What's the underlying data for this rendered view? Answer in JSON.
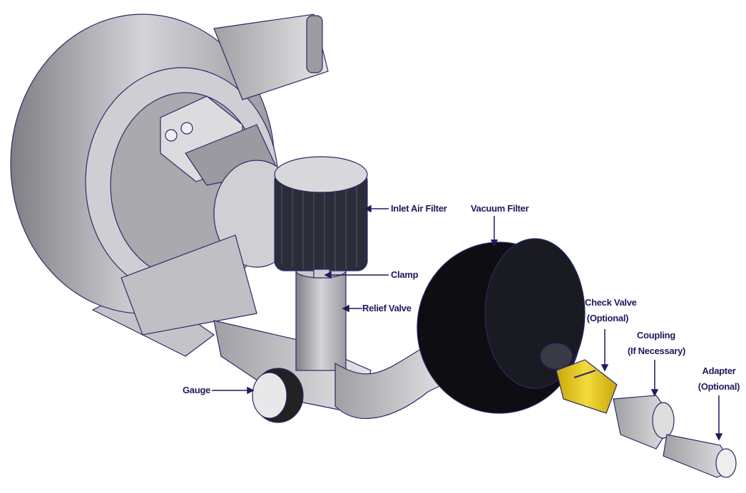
{
  "labels": {
    "inlet_air_filter": "Inlet Air Filter",
    "vacuum_filter": "Vacuum Filter",
    "clamp": "Clamp",
    "relief_valve": "Relief Valve",
    "check_valve": "Check Valve",
    "check_valve_note": "(Optional)",
    "coupling": "Coupling",
    "coupling_note": "(If Necessary)",
    "adapter": "Adapter",
    "adapter_note": "(Optional)",
    "gauge": "Gauge"
  },
  "colors": {
    "label": "#1e1b5e",
    "outline": "#2a2a6a",
    "body": "#b8b8bc",
    "filter": "#0d0d12",
    "check_valve": "#e2c21c"
  }
}
